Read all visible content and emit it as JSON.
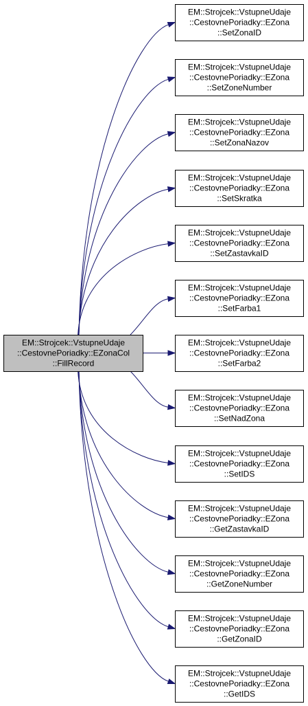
{
  "colors": {
    "source_fill": "#bfbfbf",
    "target_fill": "#ffffff",
    "edge": "#191970",
    "border": "#000000"
  },
  "source": {
    "lines": [
      "EM::Strojcek::VstupneUdaje",
      "::CestovnePoriadky::EZonaCol",
      "::FillRecord"
    ]
  },
  "targets": [
    {
      "lines": [
        "EM::Strojcek::VstupneUdaje",
        "::CestovnePoriadky::EZona",
        "::SetZonaID"
      ]
    },
    {
      "lines": [
        "EM::Strojcek::VstupneUdaje",
        "::CestovnePoriadky::EZona",
        "::SetZoneNumber"
      ]
    },
    {
      "lines": [
        "EM::Strojcek::VstupneUdaje",
        "::CestovnePoriadky::EZona",
        "::SetZonaNazov"
      ]
    },
    {
      "lines": [
        "EM::Strojcek::VstupneUdaje",
        "::CestovnePoriadky::EZona",
        "::SetSkratka"
      ]
    },
    {
      "lines": [
        "EM::Strojcek::VstupneUdaje",
        "::CestovnePoriadky::EZona",
        "::SetZastavkaID"
      ]
    },
    {
      "lines": [
        "EM::Strojcek::VstupneUdaje",
        "::CestovnePoriadky::EZona",
        "::SetFarba1"
      ]
    },
    {
      "lines": [
        "EM::Strojcek::VstupneUdaje",
        "::CestovnePoriadky::EZona",
        "::SetFarba2"
      ]
    },
    {
      "lines": [
        "EM::Strojcek::VstupneUdaje",
        "::CestovnePoriadky::EZona",
        "::SetNadZona"
      ]
    },
    {
      "lines": [
        "EM::Strojcek::VstupneUdaje",
        "::CestovnePoriadky::EZona",
        "::SetIDS"
      ]
    },
    {
      "lines": [
        "EM::Strojcek::VstupneUdaje",
        "::CestovnePoriadky::EZona",
        "::GetZastavkaID"
      ]
    },
    {
      "lines": [
        "EM::Strojcek::VstupneUdaje",
        "::CestovnePoriadky::EZona",
        "::GetZoneNumber"
      ]
    },
    {
      "lines": [
        "EM::Strojcek::VstupneUdaje",
        "::CestovnePoriadky::EZona",
        "::GetZonaID"
      ]
    },
    {
      "lines": [
        "EM::Strojcek::VstupneUdaje",
        "::CestovnePoriadky::EZona",
        "::GetIDS"
      ]
    }
  ]
}
